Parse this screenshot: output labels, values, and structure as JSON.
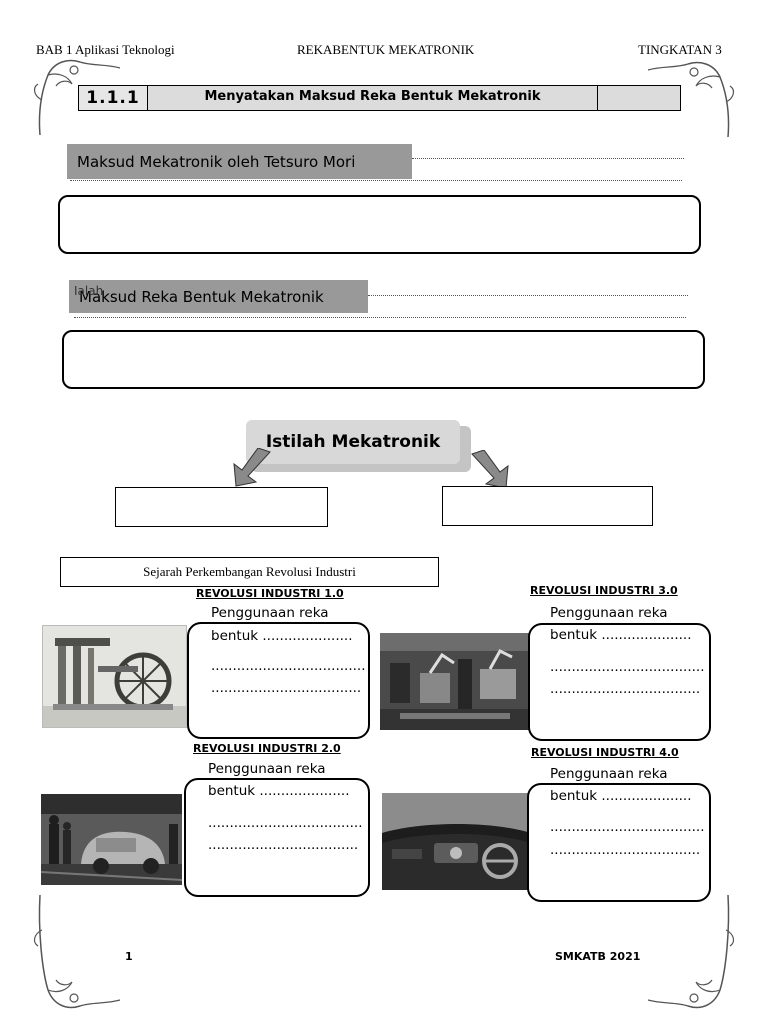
{
  "header": {
    "left": "BAB 1 Aplikasi Teknologi",
    "center": "REKABENTUK MEKATRONIK",
    "right": "TINGKATAN 3"
  },
  "topic": {
    "number": "1.1.1",
    "title": "Menyatakan Maksud Reka Bentuk Mekatronik"
  },
  "section1": {
    "label": "Maksud Mekatronik oleh Tetsuro Mori"
  },
  "section2": {
    "overlay_word": "Ialah",
    "label": "Maksud Reka Bentuk Mekatronik"
  },
  "istilah": {
    "title": "Istilah Mekatronik"
  },
  "history": {
    "title": "Sejarah Perkembangan Revolusi Industri",
    "revolutions": [
      {
        "heading": "REVOLUSI INDUSTRI 1.0",
        "line1": "Penggunaan reka",
        "line2": "bentuk .....................",
        "line3": "....................................",
        "line4": "...................................",
        "image": "steam-engine-photo"
      },
      {
        "heading": "REVOLUSI INDUSTRI 2.0",
        "line1": "Penggunaan reka",
        "line2": "bentuk .....................",
        "line3": "....................................",
        "line4": "...................................",
        "image": "assembly-line-photo"
      },
      {
        "heading": "REVOLUSI INDUSTRI 3.0",
        "line1": "Penggunaan reka",
        "line2": "bentuk .....................",
        "line3": "....................................",
        "line4": "...................................",
        "image": "robotic-factory-photo"
      },
      {
        "heading": "REVOLUSI INDUSTRI 4.0",
        "line1": "Penggunaan reka",
        "line2": "bentuk .....................",
        "line3": "....................................",
        "line4": "...................................",
        "image": "smart-car-dashboard-photo"
      }
    ]
  },
  "footer": {
    "page": "1",
    "school": "SMKATB 2021"
  },
  "colors": {
    "label_grey": "#999999",
    "bar_grey": "#dcdcdc",
    "istilah_grey": "#cccccc",
    "arrow_grey": "#8a8a8a"
  }
}
